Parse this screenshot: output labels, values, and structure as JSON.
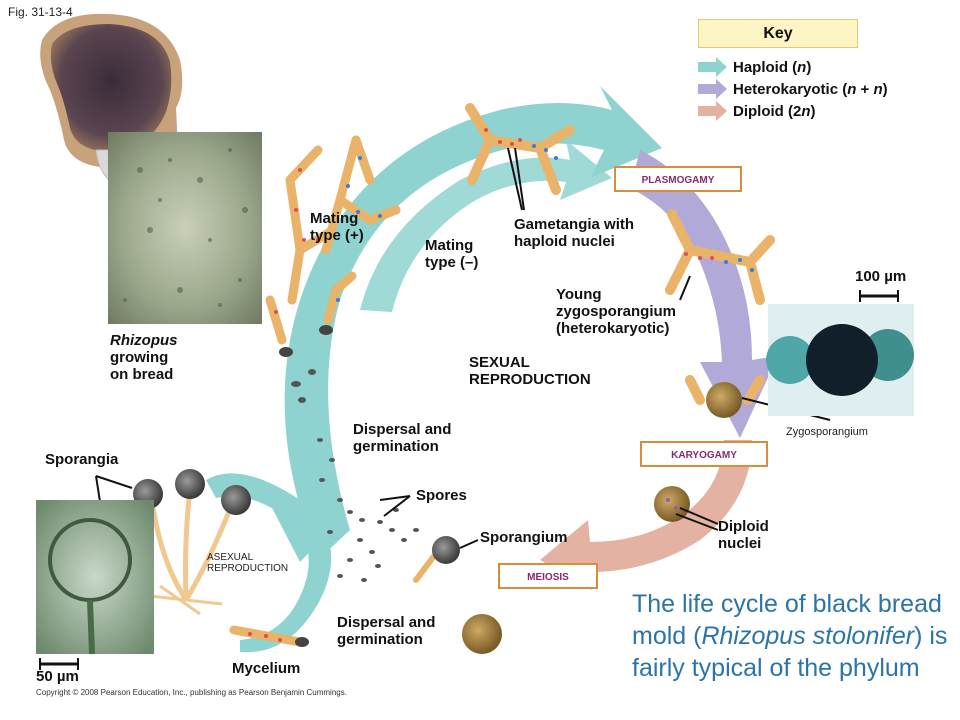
{
  "figure_label": "Fig. 31-13-4",
  "copyright": "Copyright © 2008 Pearson Education, Inc., publishing as Pearson Benjamin Cummings.",
  "key": {
    "title": "Key",
    "items": [
      {
        "label": "Haploid (",
        "italic": "n",
        "suffix": ")",
        "color": "#8fd3d0"
      },
      {
        "label": "Heterokaryotic (",
        "italic": "n",
        "suffix": " + ",
        "italic2": "n",
        "suffix2": ")",
        "color": "#b1a9d8"
      },
      {
        "label": "Diploid (2",
        "italic": "n",
        "suffix": ")",
        "color": "#e3b2a3"
      }
    ]
  },
  "stage_boxes": {
    "plasmogamy": "PLASMOGAMY",
    "karyogamy": "KARYOGAMY",
    "meiosis": "MEIOSIS"
  },
  "labels": {
    "rhizopus_1": "Rhizopus",
    "rhizopus_2": "growing",
    "rhizopus_3": "on bread",
    "mating_plus_1": "Mating",
    "mating_plus_2": "type (+)",
    "mating_minus_1": "Mating",
    "mating_minus_2": "type (–)",
    "gametangia_1": "Gametangia with",
    "gametangia_2": "haploid nuclei",
    "young_zygo_1": "Young",
    "young_zygo_2": "zygosporangium",
    "young_zygo_3": "(heterokaryotic)",
    "sexual_1": "SEXUAL",
    "sexual_2": "REPRODUCTION",
    "scale_100": "100 µm",
    "zygosporangium": "Zygosporangium",
    "dispersal_top_1": "Dispersal and",
    "dispersal_top_2": "germination",
    "sporangia": "Sporangia",
    "spores": "Spores",
    "sporangium": "Sporangium",
    "diploid_nuclei_1": "Diploid",
    "diploid_nuclei_2": "nuclei",
    "asexual_1": "ASEXUAL",
    "asexual_2": "REPRODUCTION",
    "dispersal_bottom_1": "Dispersal and",
    "dispersal_bottom_2": "germination",
    "mycelium": "Mycelium",
    "scale_50": "50 µm"
  },
  "caption": {
    "part1": "The life cycle of black bread mold (",
    "italic": "Rhizopus stolonifer",
    "part2": ") is fairly typical of the phylum"
  }
}
